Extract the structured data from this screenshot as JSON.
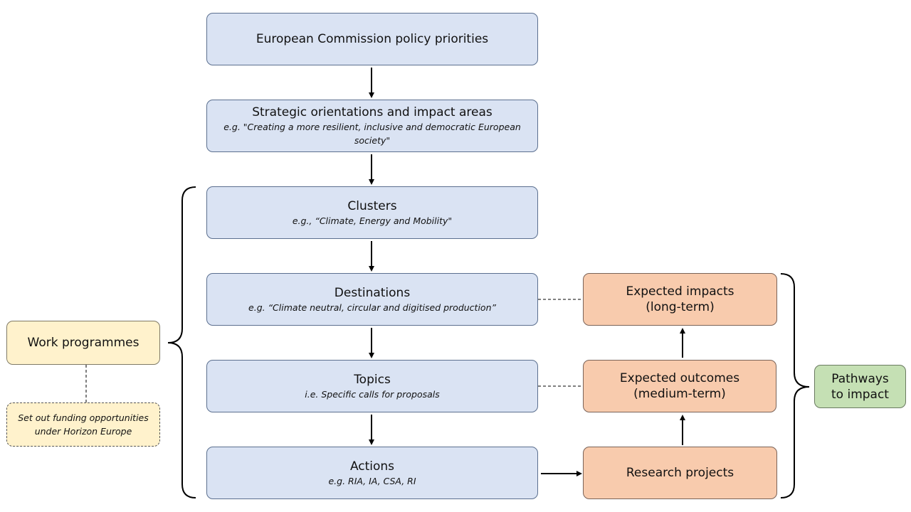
{
  "hierarchy": [
    {
      "title": "European Commission policy priorities",
      "example": ""
    },
    {
      "title": "Strategic orientations and impact areas",
      "example": "e.g. \"Creating a more resilient, inclusive and democratic European society\""
    },
    {
      "title": "Clusters",
      "example": "e.g., “Climate, Energy and Mobility\""
    },
    {
      "title": "Destinations",
      "example": "e.g. “Climate neutral, circular and digitised production”"
    },
    {
      "title": "Topics",
      "example": "i.e. Specific calls for proposals"
    },
    {
      "title": "Actions",
      "example": "e.g. RIA, IA, CSA, RI"
    }
  ],
  "results": {
    "impacts": "Expected impacts (long-term)",
    "outcomes": "Expected outcomes (medium-term)",
    "projects": "Research projects"
  },
  "work_programmes": {
    "label": "Work programmes",
    "note": "Set out funding opportunities under Horizon Europe"
  },
  "pathways": {
    "label": "Pathways to impact"
  },
  "colors": {
    "hierarchy_fill": "#dae3f3",
    "results_fill": "#f8cbad",
    "work_programmes_fill": "#fff2cc",
    "pathways_fill": "#c5e0b4"
  }
}
